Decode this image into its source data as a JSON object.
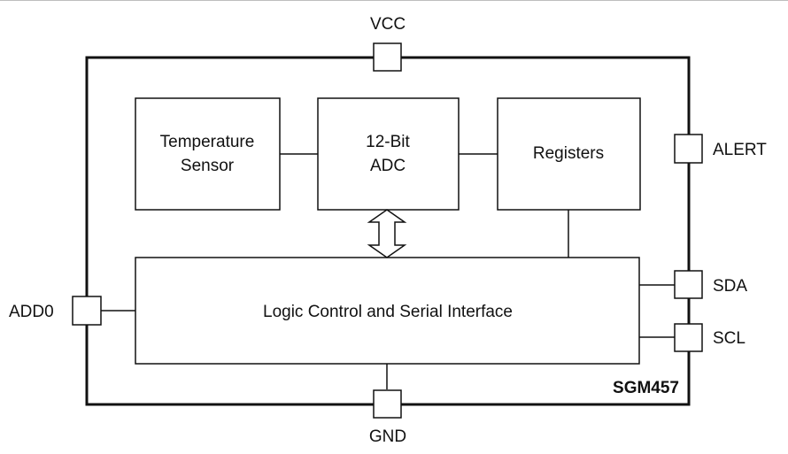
{
  "diagram": {
    "part_number": "SGM457",
    "blocks": {
      "temperature_sensor": {
        "line1": "Temperature",
        "line2": "Sensor"
      },
      "adc": {
        "line1": "12-Bit",
        "line2": "ADC"
      },
      "registers": {
        "label": "Registers"
      },
      "logic": {
        "label": "Logic Control and Serial Interface"
      }
    },
    "pins": {
      "vcc": "VCC",
      "gnd": "GND",
      "alert": "ALERT",
      "sda": "SDA",
      "scl": "SCL",
      "add0": "ADD0"
    }
  },
  "colors": {
    "line": "#111111",
    "fill": "#ffffff"
  }
}
